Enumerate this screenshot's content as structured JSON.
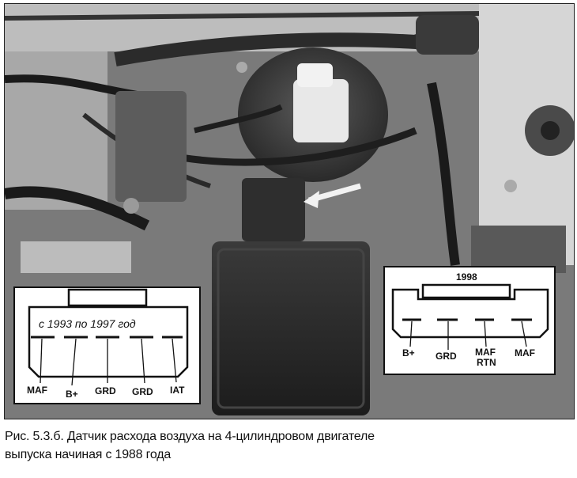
{
  "figure": {
    "caption_line1": "Рис. 5.3.б. Датчик расхода воздуха на 4-цилиндровом двигателе",
    "caption_line2": "выпуска начиная с 1988 года"
  },
  "connector_1993_1997": {
    "years": "с 1993 по 1997 год",
    "pins": [
      "MAF",
      "B+",
      "GRD",
      "GRD",
      "IAT"
    ]
  },
  "connector_1998": {
    "year": "1998",
    "pins": [
      "B+",
      "GRD",
      "MAF RTN",
      "MAF"
    ],
    "pin3_line1": "MAF",
    "pin3_line2": "RTN"
  }
}
